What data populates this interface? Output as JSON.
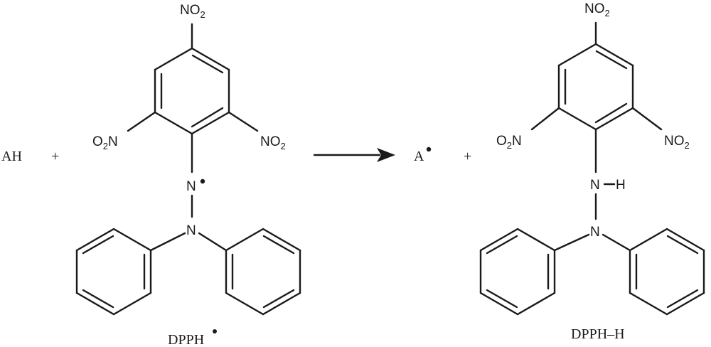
{
  "reaction": {
    "reactant": "AH",
    "plus_1": "+",
    "product_radical": "A",
    "plus_2": "+",
    "dpph_radical_label": "DPPH",
    "dpph_h_label": "DPPH–H"
  },
  "groups": {
    "nitro_N": "NO",
    "nitro_O_prefix": "O",
    "nitro_N_suffix": "N",
    "subscript": "2",
    "amine_N": "N",
    "hydrogen": "H"
  }
}
